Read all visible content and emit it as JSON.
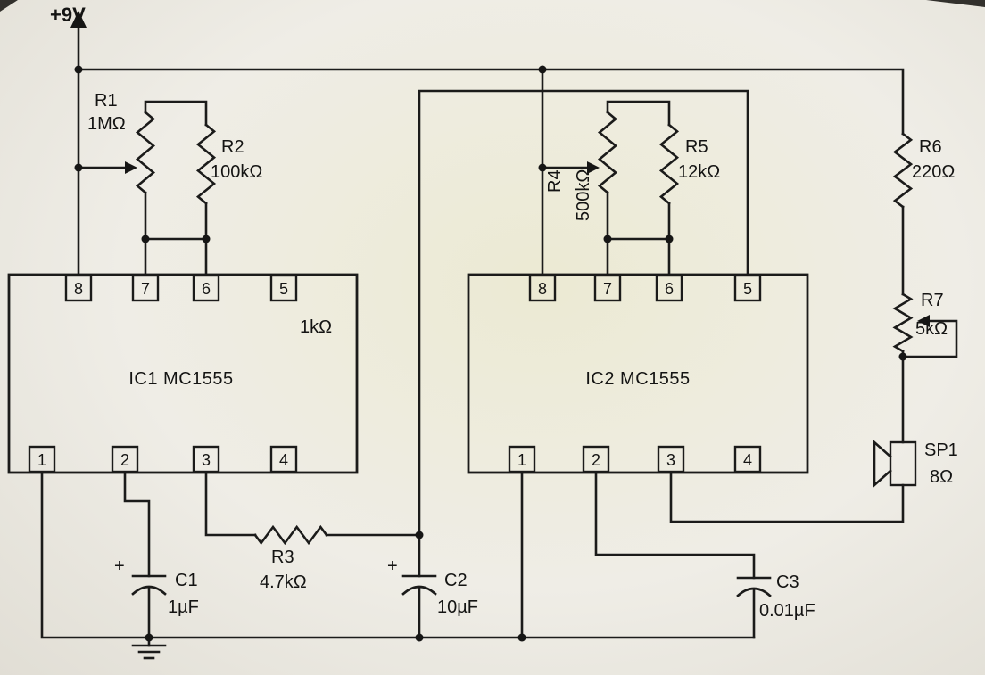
{
  "power_label": "+9V",
  "components": {
    "r1": {
      "name": "R1",
      "value": "1MΩ"
    },
    "r2": {
      "name": "R2",
      "value": "100kΩ"
    },
    "r3": {
      "name": "R3",
      "value": "4.7kΩ"
    },
    "r4": {
      "name": "R4",
      "value": "500kΩ"
    },
    "r5": {
      "name": "R5",
      "value": "12kΩ"
    },
    "r6": {
      "name": "R6",
      "value": "220Ω"
    },
    "r7": {
      "name": "R7",
      "value": "5kΩ"
    },
    "misc_resistor": {
      "value": "1kΩ"
    },
    "c1": {
      "name": "C1",
      "value": "1µF",
      "polarity": "+"
    },
    "c2": {
      "name": "C2",
      "value": "10µF",
      "polarity": "+"
    },
    "c3": {
      "name": "C3",
      "value": "0.01µF"
    },
    "sp1": {
      "name": "SP1",
      "value": "8Ω"
    }
  },
  "ic1": {
    "label": "IC1 MC1555",
    "pins_top": [
      "8",
      "7",
      "6",
      "5"
    ],
    "pins_bottom": [
      "1",
      "2",
      "3",
      "4"
    ]
  },
  "ic2": {
    "label": "IC2 MC1555",
    "pins_top": [
      "8",
      "7",
      "6",
      "5"
    ],
    "pins_bottom": [
      "1",
      "2",
      "3",
      "4"
    ]
  }
}
